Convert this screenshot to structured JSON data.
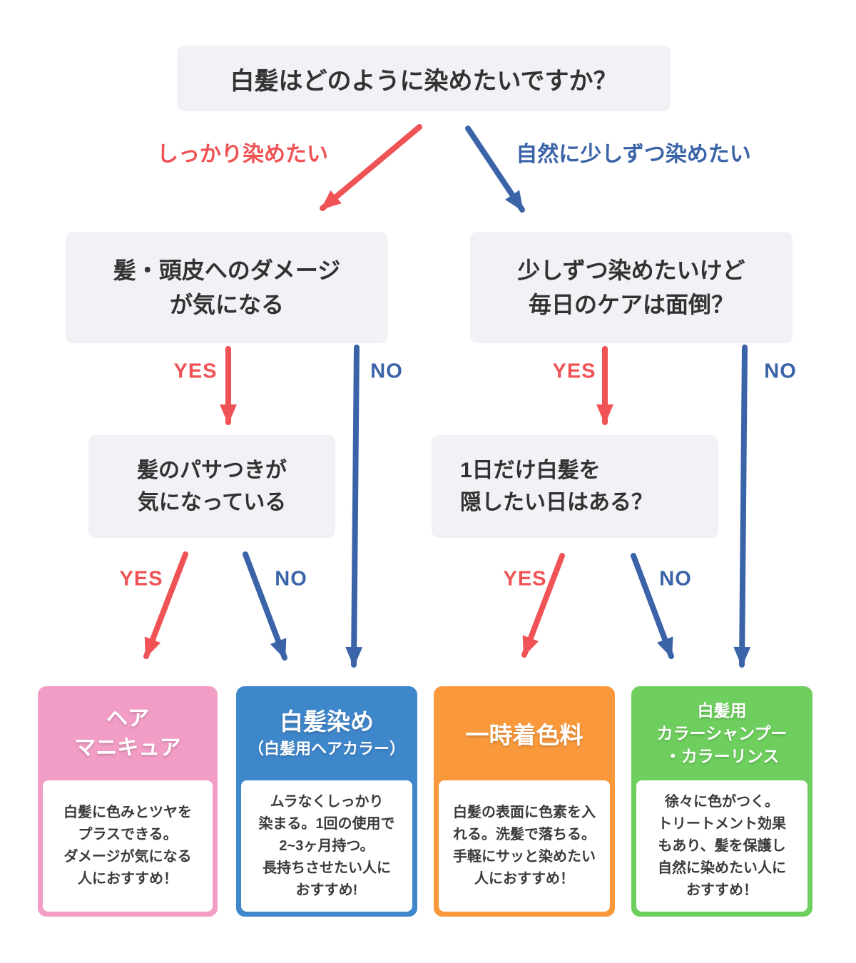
{
  "colors": {
    "background": "#ffffff",
    "question_box_bg": "#f0f2f5",
    "text": "#323232",
    "yes_red": "#ef5356",
    "no_blue": "#3a63a8",
    "card_pink": "#f19dc6",
    "card_blue": "#3f87cb",
    "card_orange": "#f9993c",
    "card_green": "#6ecf5e"
  },
  "flow": {
    "root_question": "白髪はどのように染めたいですか？",
    "branch_left_label": "しっかり染めたい",
    "branch_right_label": "自然に少しずつ染めたい",
    "yes": "YES",
    "no": "NO",
    "question_damage": "髪・頭皮へのダメージ\nが気になる",
    "question_daily_care": "少しずつ染めたいけど\n毎日のケアは面倒？",
    "question_dryness": "髪のパサつきが\n気になっている",
    "question_one_day": "1日だけ白髪を\n隠したい日はある？"
  },
  "results": [
    {
      "id": "hair-manicure",
      "color": "#f19dc6",
      "title": "ヘア\nマニキュア",
      "description": "白髪に色みとツヤを\nプラスできる。\nダメージが気になる\n人におすすめ！"
    },
    {
      "id": "gray-hair-dye",
      "color": "#3f87cb",
      "title": "白髪染め",
      "subtitle": "（白髪用ヘアカラー）",
      "description": "ムラなくしっかり\n染まる。1回の使用で\n2~3ヶ月持つ。\n長持ちさせたい人に\nおすすめ!"
    },
    {
      "id": "temporary-colorant",
      "color": "#f9993c",
      "title": "一時着色料",
      "description": "白髪の表面に色素を入\nれる。洗髪で落ちる。\n手軽にサッと染めたい\n人におすすめ！"
    },
    {
      "id": "color-shampoo-rinse",
      "color": "#6ecf5e",
      "title": "白髪用\nカラーシャンプー\n・カラーリンス",
      "description": "徐々に色がつく。\nトリートメント効果\nもあり、髪を保護し\n自然に染めたい人に\nおすすめ！"
    }
  ]
}
